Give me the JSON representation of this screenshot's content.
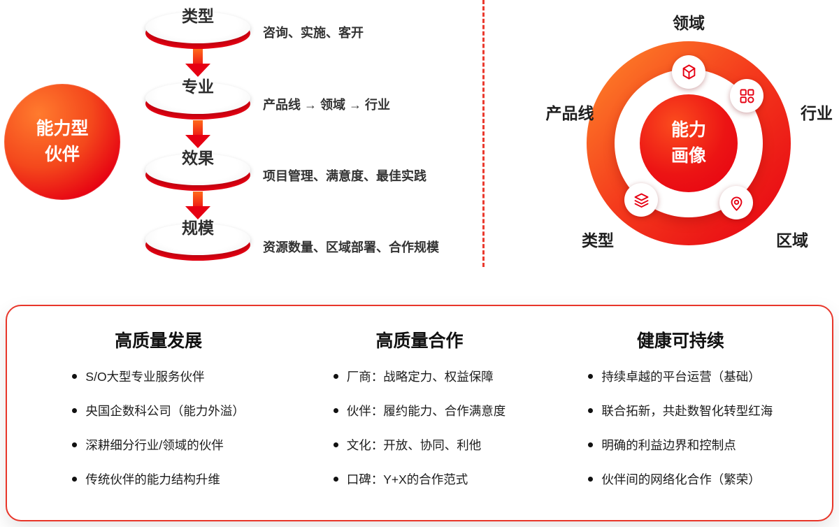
{
  "funnel": {
    "badge": {
      "line1": "能力型",
      "line2": "伙伴"
    },
    "steps": [
      {
        "label": "类型",
        "desc": "咨询、实施、客开"
      },
      {
        "label": "专业",
        "desc": "产品线 → 领域 → 行业"
      },
      {
        "label": "效果",
        "desc": "项目管理、满意度、最佳实践"
      },
      {
        "label": "规模",
        "desc": "资源数量、区域部署、合作规模"
      }
    ]
  },
  "radial": {
    "center": {
      "line1": "能力",
      "line2": "画像"
    },
    "labels": {
      "top": "领域",
      "left": "产品线",
      "right": "行业",
      "bottom_left": "类型",
      "bottom_right": "区域"
    },
    "icons": [
      "cube-icon",
      "grid-icon",
      "layers-icon",
      "pin-icon"
    ]
  },
  "panel": {
    "columns": [
      {
        "title": "高质量发展",
        "items": [
          "S/O大型专业服务伙伴",
          "央国企数科公司（能力外溢）",
          "深耕细分行业/领域的伙伴",
          "传统伙伴的能力结构升维"
        ]
      },
      {
        "title": "高质量合作",
        "items": [
          "厂商：战略定力、权益保障",
          "伙伴：履约能力、合作满意度",
          "文化：开放、协同、利他",
          "口碑：Y+X的合作范式"
        ]
      },
      {
        "title": "健康可持续",
        "items": [
          "持续卓越的平台运营（基础）",
          "联合拓新，共赴数智化转型红海",
          "明确的利益边界和控制点",
          "伙伴间的网络化合作（繁荣）"
        ]
      }
    ]
  },
  "colors": {
    "accent": "#e60012",
    "accent_light": "#ff6a1a"
  }
}
